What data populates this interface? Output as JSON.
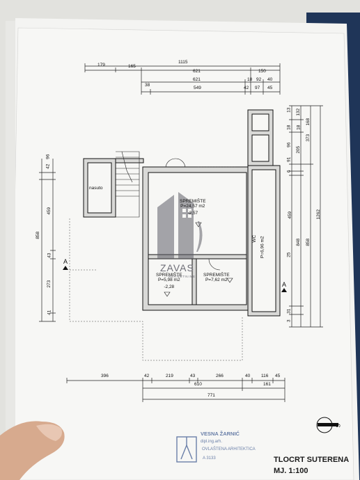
{
  "drawing": {
    "title": "TLOCRT SUTERENA",
    "scale": "MJ. 1:100"
  },
  "top_dimensions": {
    "row1": [
      "1115"
    ],
    "row2": [
      "179",
      "165",
      "621",
      "150"
    ],
    "row3": [
      "621",
      "18",
      "92",
      "40"
    ],
    "row4": [
      "38",
      "549",
      "42",
      "97",
      "45"
    ]
  },
  "bottom_dimensions": {
    "row1": [
      "396",
      "42",
      "219",
      "43",
      "266",
      "40",
      "116",
      "45"
    ],
    "row2": [
      "610",
      "161"
    ],
    "row3": [
      "771"
    ]
  },
  "left_dimensions": {
    "outer": [
      "858"
    ],
    "inner": [
      "96",
      "42",
      "459",
      "43",
      "273",
      "41"
    ]
  },
  "right_dimensions": {
    "col1": [
      "13",
      "18",
      "96",
      "91",
      "6",
      "459",
      "25",
      "31",
      "3"
    ],
    "col2": [
      "132",
      "18",
      "205",
      "848"
    ],
    "col3": [
      "168",
      "373",
      "858"
    ],
    "col4": [
      "1262"
    ]
  },
  "rooms": [
    {
      "name": "nasuto",
      "area": "",
      "level": ""
    },
    {
      "name": "SPREMIŠTE",
      "area": "P=24,57 m2",
      "level": "-2,57"
    },
    {
      "name": "SPREMIŠTE",
      "area": "P=5,98 m2",
      "level": "-2,28"
    },
    {
      "name": "SPREMIŠTE",
      "area": "P=7,62 m2",
      "level": ""
    },
    {
      "name": "WC",
      "area": "P=6,96 m2",
      "level": ""
    }
  ],
  "section_marks": {
    "left": "A",
    "right": "A"
  },
  "north_label": "S",
  "watermark": {
    "brand": "ZAVAS",
    "tag": "NEKRETNINE"
  },
  "stamp": {
    "name": "VESNA ŽARNIĆ",
    "degree": "dipl.ing.arh.",
    "role": "OVLAŠTENA ARHITEKTICA",
    "number": "A 3133"
  }
}
